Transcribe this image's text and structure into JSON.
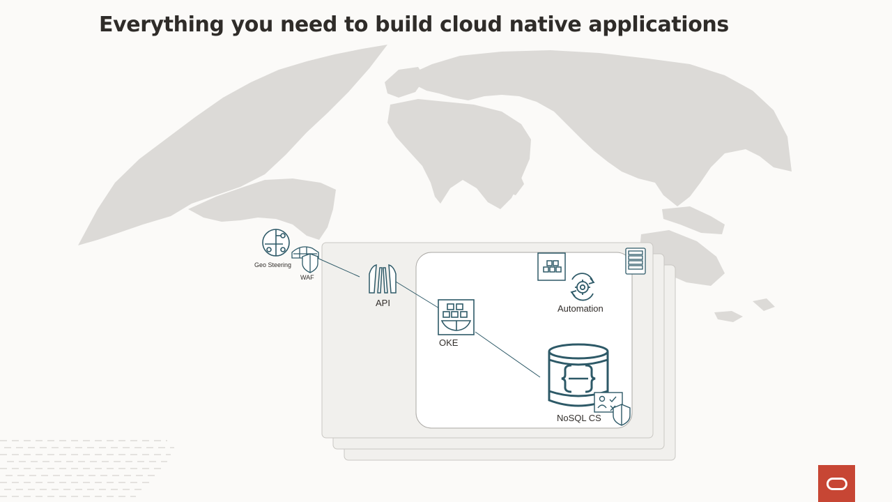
{
  "slide": {
    "title": "Everything you need to build cloud native applications"
  },
  "nodes": {
    "geo_steering": {
      "label": "Geo Steering",
      "icon": "globe-routing-icon"
    },
    "waf": {
      "label": "WAF",
      "icon": "firewall-shield-icon"
    },
    "api": {
      "label": "API",
      "icon": "api-gateway-icon"
    },
    "oke": {
      "label": "OKE",
      "icon": "container-ship-icon"
    },
    "automation": {
      "label": "Automation",
      "icon": "gear-cycle-icon"
    },
    "nosql": {
      "label": "NoSQL CS",
      "icon": "database-braces-icon"
    }
  },
  "edges": [
    {
      "from": "waf",
      "to": "api"
    },
    {
      "from": "api",
      "to": "oke"
    },
    {
      "from": "oke",
      "to": "nosql"
    }
  ],
  "colors": {
    "icon": "#2d5967",
    "map": "#dcdad7",
    "card": "#f1f0ed",
    "brand": "#c74634"
  },
  "brand": {
    "logo": "oracle-logo-icon"
  }
}
